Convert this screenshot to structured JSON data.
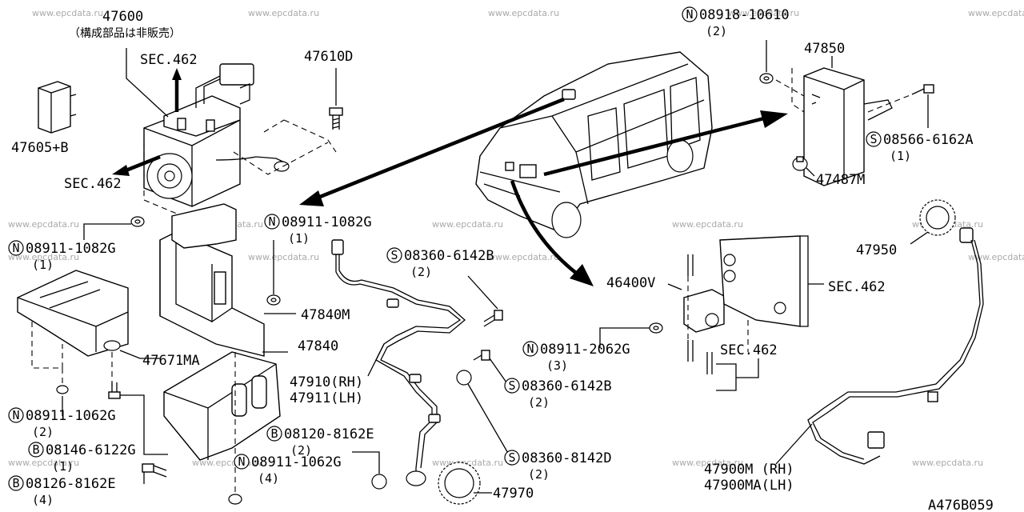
{
  "watermark": "www.epcdata.ru",
  "diagram_code": "A476B059",
  "labels": {
    "p47600": "47600",
    "p47600_note": "（構成部品は非販売）",
    "sec_top": "SEC.462",
    "sec_left": "SEC.462",
    "sec_right_top": "SEC.462",
    "sec_right_bottom": "SEC.462",
    "p47610d": "47610D",
    "p47605b": "47605+B",
    "p47850": "47850",
    "p47487m": "47487M",
    "p47950": "47950",
    "p46400v": "46400V",
    "p47840m": "47840M",
    "p47840": "47840",
    "p47671ma": "47671MA",
    "p47910": "47910(RH)",
    "p47911": "47911(LH)",
    "p47970": "47970",
    "p47900m": "47900M (RH)",
    "p47900ma": "47900MA(LH)"
  },
  "callouts": [
    {
      "prefix": "N",
      "part": "08918-10610",
      "qty": "(2)"
    },
    {
      "prefix": "S",
      "part": "08566-6162A",
      "qty": "(1)"
    },
    {
      "prefix": "N",
      "part": "08911-1082G",
      "qty": "(1)"
    },
    {
      "prefix": "N",
      "part": "08911-1082G",
      "qty": "(1)"
    },
    {
      "prefix": "S",
      "part": "08360-6142B",
      "qty": "(2)"
    },
    {
      "prefix": "N",
      "part": "08911-2062G",
      "qty": "(3)"
    },
    {
      "prefix": "S",
      "part": "08360-6142B",
      "qty": "(2)"
    },
    {
      "prefix": "N",
      "part": "08911-1062G",
      "qty": "(2)"
    },
    {
      "prefix": "B",
      "part": "08146-6122G",
      "qty": "(1)"
    },
    {
      "prefix": "B",
      "part": "08126-8162E",
      "qty": "(4)"
    },
    {
      "prefix": "B",
      "part": "08120-8162E",
      "qty": "(2)"
    },
    {
      "prefix": "N",
      "part": "08911-1062G",
      "qty": "(4)"
    },
    {
      "prefix": "S",
      "part": "08360-8142D",
      "qty": "(2)"
    }
  ]
}
